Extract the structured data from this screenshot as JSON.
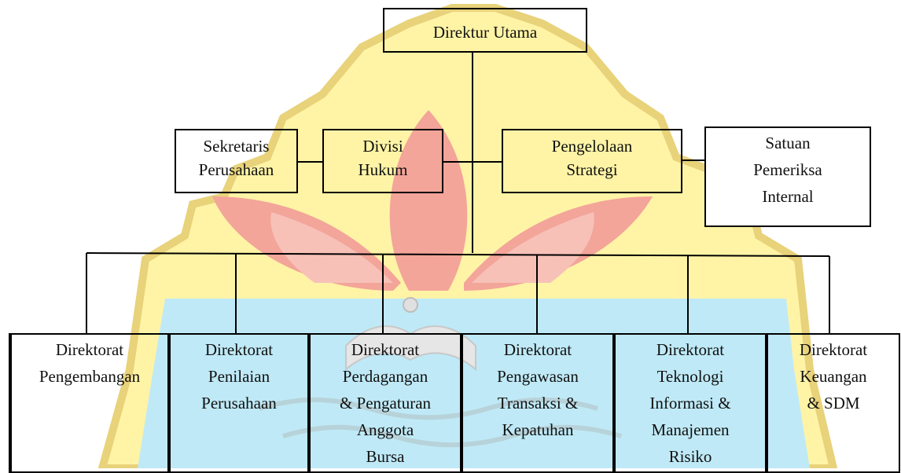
{
  "chart": {
    "top": {
      "lines": [
        "Direktur Utama"
      ]
    },
    "staff": [
      {
        "id": "sekretaris",
        "lines": [
          "Sekretaris",
          "Perusahaan"
        ]
      },
      {
        "id": "hukum",
        "lines": [
          "Divisi",
          "Hukum"
        ]
      },
      {
        "id": "strategi",
        "lines": [
          "Pengelolaan",
          "Strategi"
        ]
      },
      {
        "id": "spi",
        "lines": [
          "Satuan",
          "Pemeriksa",
          "Internal"
        ]
      }
    ],
    "directorates": [
      {
        "id": "pengembangan",
        "lines": [
          "Direktorat",
          "Pengembangan"
        ]
      },
      {
        "id": "penilaian",
        "lines": [
          "Direktorat",
          "Penilaian",
          "Perusahaan"
        ]
      },
      {
        "id": "perdagangan",
        "lines": [
          "Direktorat",
          "Perdagangan",
          "& Pengaturan",
          "Anggota",
          "Bursa"
        ]
      },
      {
        "id": "pengawasan",
        "lines": [
          "Direktorat",
          "Pengawasan",
          "Transaksi &",
          "Kepatuhan"
        ]
      },
      {
        "id": "ti",
        "lines": [
          "Direktorat",
          "Teknologi",
          "Informasi &",
          "Manajemen",
          "Risiko"
        ]
      },
      {
        "id": "keuangan",
        "lines": [
          "Direktorat",
          "Keuangan",
          "& SDM"
        ]
      }
    ]
  },
  "colors": {
    "watermark_yellow": "#fff4a6",
    "watermark_gold_outline": "#e8d27a",
    "watermark_red": "#f3a59a",
    "watermark_blue": "#bfe9f6",
    "watermark_grey": "#d9d9d9",
    "line": "#000000"
  }
}
